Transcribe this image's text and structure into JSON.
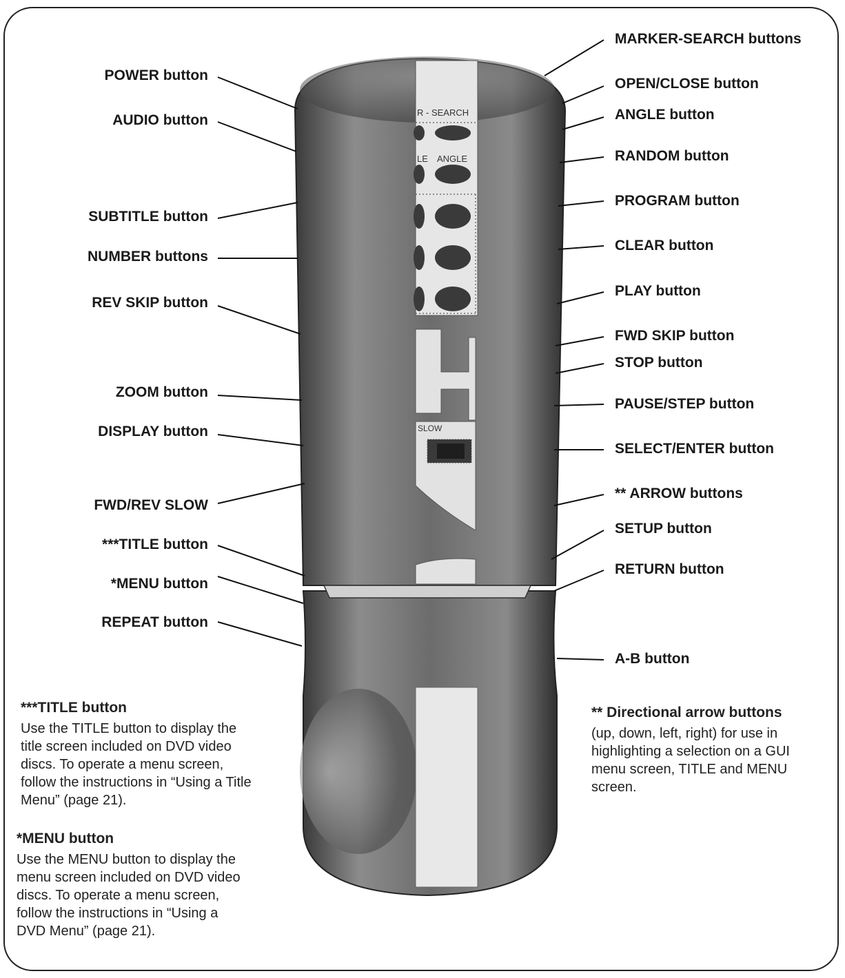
{
  "strip_text": {
    "marker_search": "R - SEARCH",
    "subtitle_fragment": "LE",
    "angle": "ANGLE",
    "slow": "SLOW"
  },
  "left_labels": [
    "POWER button",
    "AUDIO button",
    "SUBTITLE button",
    "NUMBER buttons",
    "REV SKIP button",
    "ZOOM button",
    "DISPLAY button",
    "FWD/REV SLOW",
    "***TITLE button",
    "*MENU button",
    "REPEAT button"
  ],
  "right_labels": [
    "MARKER-SEARCH buttons",
    "OPEN/CLOSE button",
    "ANGLE button",
    "RANDOM button",
    "PROGRAM button",
    "CLEAR button",
    "PLAY button",
    "FWD SKIP button",
    "STOP button",
    "PAUSE/STEP button",
    "SELECT/ENTER button",
    "** ARROW buttons",
    "SETUP button",
    "RETURN button",
    "A-B button"
  ],
  "notes": {
    "title": {
      "heading": "***TITLE button",
      "lines": [
        "Use the TITLE button to display the",
        "title screen included on DVD video",
        "discs. To operate a menu screen,",
        "follow the instructions in “Using a Title",
        "Menu” (page 21)."
      ]
    },
    "menu": {
      "heading": "*MENU button",
      "lines": [
        "Use the MENU button to display the",
        "menu screen included on DVD video",
        "discs. To operate a menu screen,",
        "follow the instructions in “Using a",
        "DVD Menu” (page 21)."
      ]
    },
    "arrow": {
      "heading": "** Directional arrow buttons",
      "lines": [
        "(up, down, left, right) for use in",
        "highlighting a selection on a GUI",
        "menu screen, TITLE and MENU",
        "screen."
      ]
    }
  },
  "colors": {
    "body_dark": "#2e2e2e",
    "body_mid": "#8a8a8a",
    "strip": "#e4e4e4",
    "line": "#111111"
  }
}
